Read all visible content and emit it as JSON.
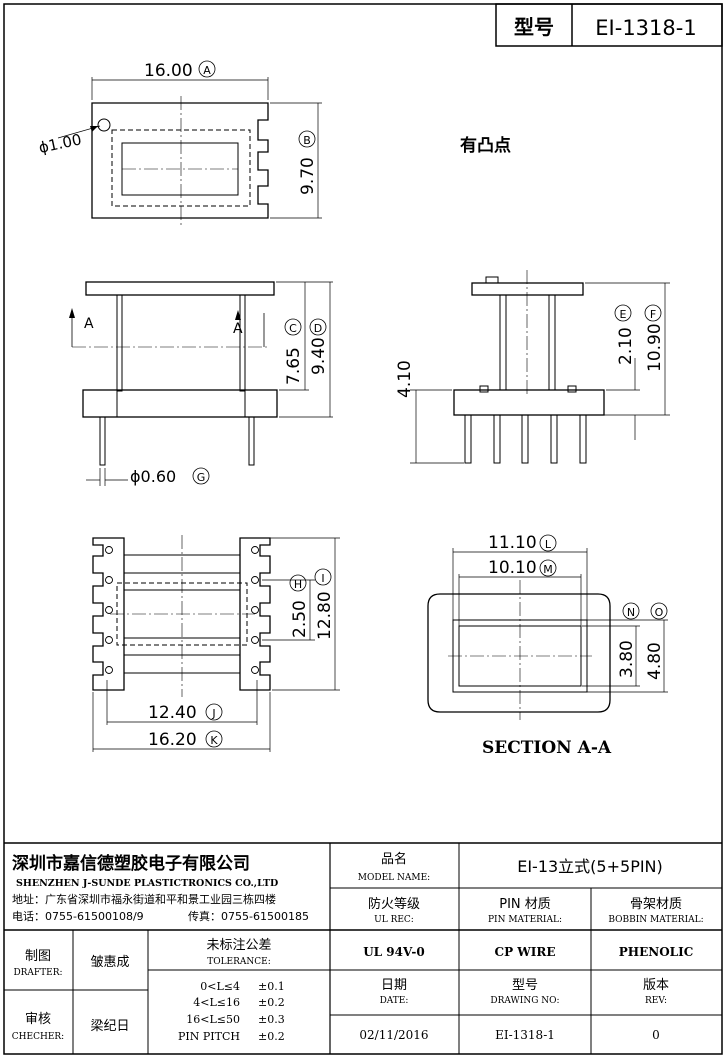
{
  "header": {
    "model_label": "型号",
    "model_value": "EI-1318-1"
  },
  "note": "有凸点",
  "dims": {
    "width_top": "16.00",
    "width_top_tag": "A",
    "hole_dia": "ϕ1.00",
    "height_top": "9.70",
    "height_top_tag": "B",
    "h_side": "7.65",
    "h_side_tag": "C",
    "h_side_total": "9.40",
    "h_side_total_tag": "D",
    "pin_dia": "ϕ0.60",
    "pin_dia_tag": "G",
    "section_mark_left": "A",
    "section_mark_right": "A",
    "front_h1": "2.10",
    "front_h1_tag": "E",
    "front_h2": "10.90",
    "front_h2_tag": "F",
    "front_pin": "4.10",
    "bot_h1": "2.50",
    "bot_h1_tag": "H",
    "bot_h2": "12.80",
    "bot_h2_tag": "I",
    "bot_w1": "12.40",
    "bot_w1_tag": "J",
    "bot_w2": "16.20",
    "bot_w2_tag": "K",
    "sec_w1": "11.10",
    "sec_w1_tag": "L",
    "sec_w2": "10.10",
    "sec_w2_tag": "M",
    "sec_tag_n": "N",
    "sec_tag_o": "O",
    "sec_h1": "3.80",
    "sec_h2": "4.80",
    "section_title": "SECTION A-A"
  },
  "title_block": {
    "company_cn": "深圳市嘉信德塑胶电子有限公司",
    "company_en": "SHENZHEN J-SUNDE PLASTICTRONICS CO.,LTD",
    "address": "地址：广东省深圳市福永街道和平和景工业园三栋四楼",
    "phone": "电话：0755-61500108/9",
    "fax": "传真：0755-61500185",
    "model_name_cn": "品名",
    "model_name_en": "MODEL NAME:",
    "model_name_value": "EI-13立式(5+5PIN)",
    "ul_rec_cn": "防火等级",
    "ul_rec_en": "UL REC:",
    "ul_rec_value": "UL 94V-0",
    "pin_mat_cn": "PIN 材质",
    "pin_mat_en": "PIN MATERIAL:",
    "pin_mat_value": "CP WIRE",
    "bobbin_mat_cn": "骨架材质",
    "bobbin_mat_en": "BOBBIN MATERIAL:",
    "bobbin_mat_value": "PHENOLIC",
    "drafter_cn": "制图",
    "drafter_en": "DRAFTER:",
    "drafter_name": "皱惠成",
    "checker_cn": "审核",
    "checker_en": "CHECHER:",
    "checker_name": "梁纪日",
    "tol_cn": "未标注公差",
    "tol_en": "TOLERANCE:",
    "tol_rows": [
      {
        "range": "0<L≤4",
        "value": "±0.1"
      },
      {
        "range": "4<L≤16",
        "value": "±0.2"
      },
      {
        "range": "16<L≤50",
        "value": "±0.3"
      },
      {
        "range": "PIN PITCH",
        "value": "±0.2"
      }
    ],
    "date_cn": "日期",
    "date_en": "DATE:",
    "date_value": "02/11/2016",
    "drawing_no_cn": "型号",
    "drawing_no_en": "DRAWING NO:",
    "drawing_no_value": "EI-1318-1",
    "rev_cn": "版本",
    "rev_en": "REV:",
    "rev_value": "0"
  }
}
